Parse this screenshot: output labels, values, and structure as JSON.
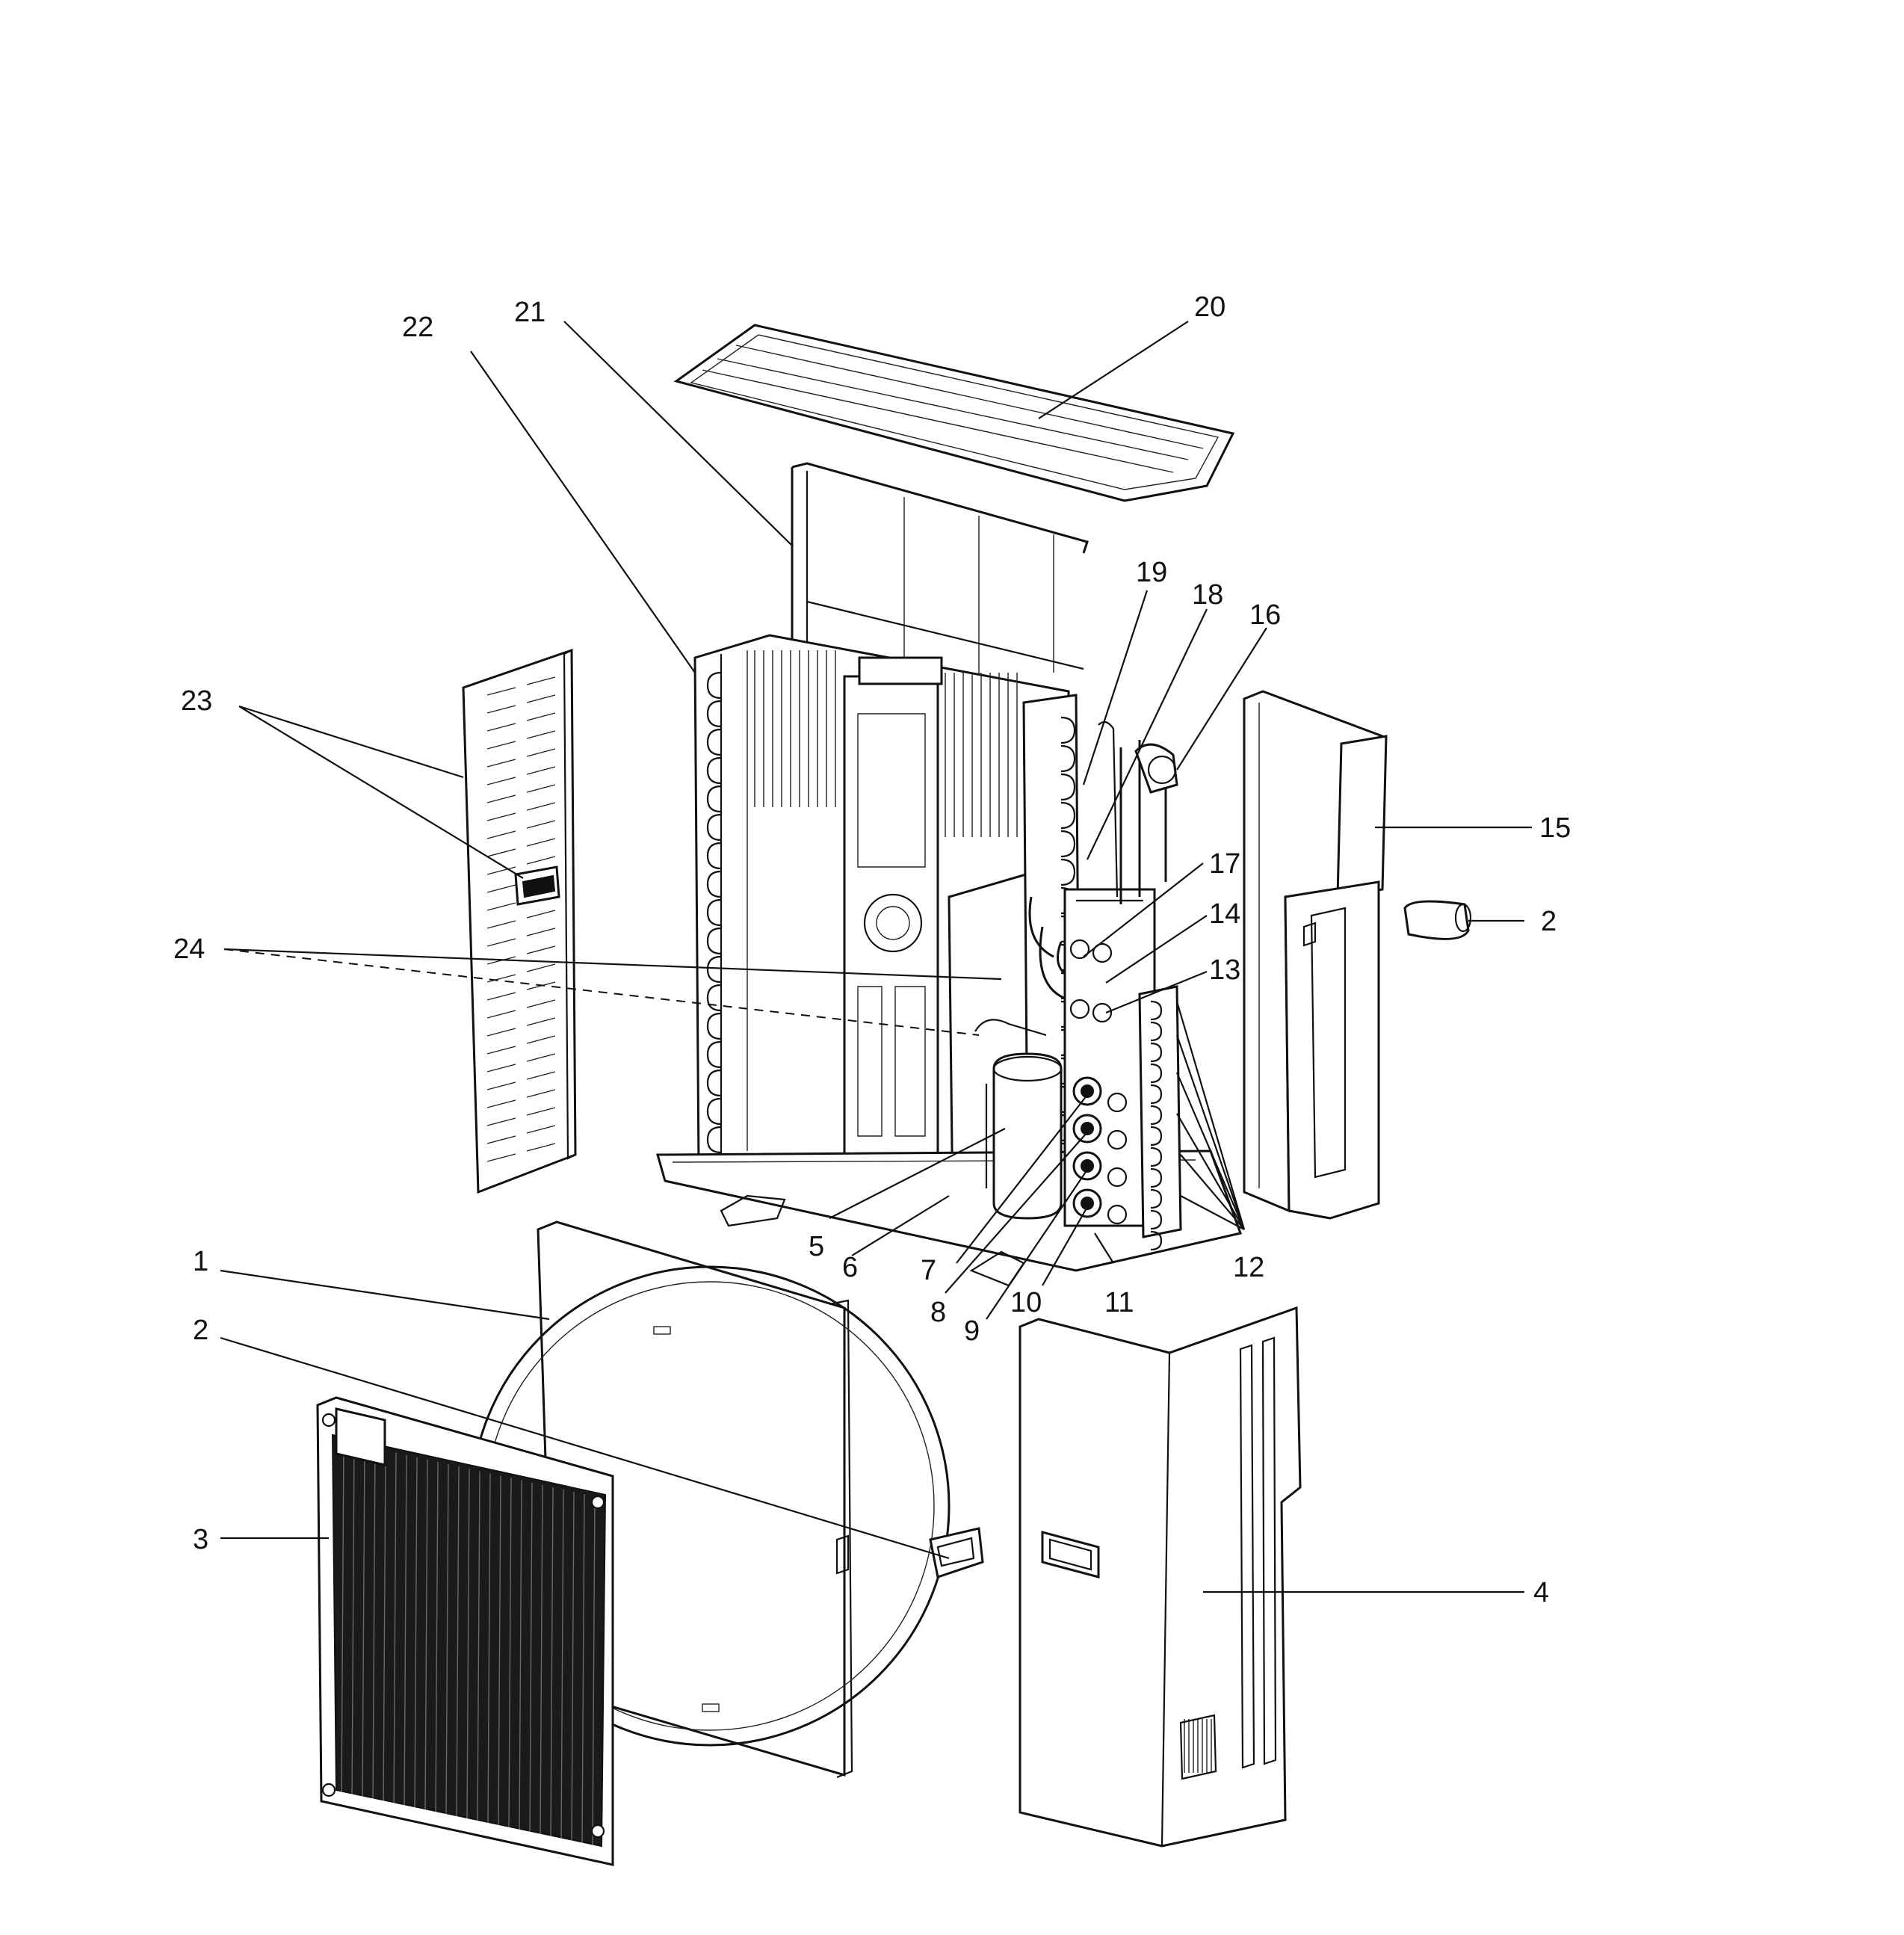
{
  "callouts": [
    {
      "id": "c1",
      "text": "1"
    },
    {
      "id": "c2a",
      "text": "2"
    },
    {
      "id": "c2b",
      "text": "2"
    },
    {
      "id": "c3",
      "text": "3"
    },
    {
      "id": "c4",
      "text": "4"
    },
    {
      "id": "c5",
      "text": "5"
    },
    {
      "id": "c6",
      "text": "6"
    },
    {
      "id": "c7",
      "text": "7"
    },
    {
      "id": "c8",
      "text": "8"
    },
    {
      "id": "c9",
      "text": "9"
    },
    {
      "id": "c10",
      "text": "10"
    },
    {
      "id": "c11",
      "text": "11"
    },
    {
      "id": "c12",
      "text": "12"
    },
    {
      "id": "c13",
      "text": "13"
    },
    {
      "id": "c14",
      "text": "14"
    },
    {
      "id": "c15",
      "text": "15"
    },
    {
      "id": "c16",
      "text": "16"
    },
    {
      "id": "c17",
      "text": "17"
    },
    {
      "id": "c18",
      "text": "18"
    },
    {
      "id": "c19",
      "text": "19"
    },
    {
      "id": "c20",
      "text": "20"
    },
    {
      "id": "c21",
      "text": "21"
    },
    {
      "id": "c22",
      "text": "22"
    },
    {
      "id": "c23",
      "text": "23"
    },
    {
      "id": "c24",
      "text": "24"
    }
  ]
}
